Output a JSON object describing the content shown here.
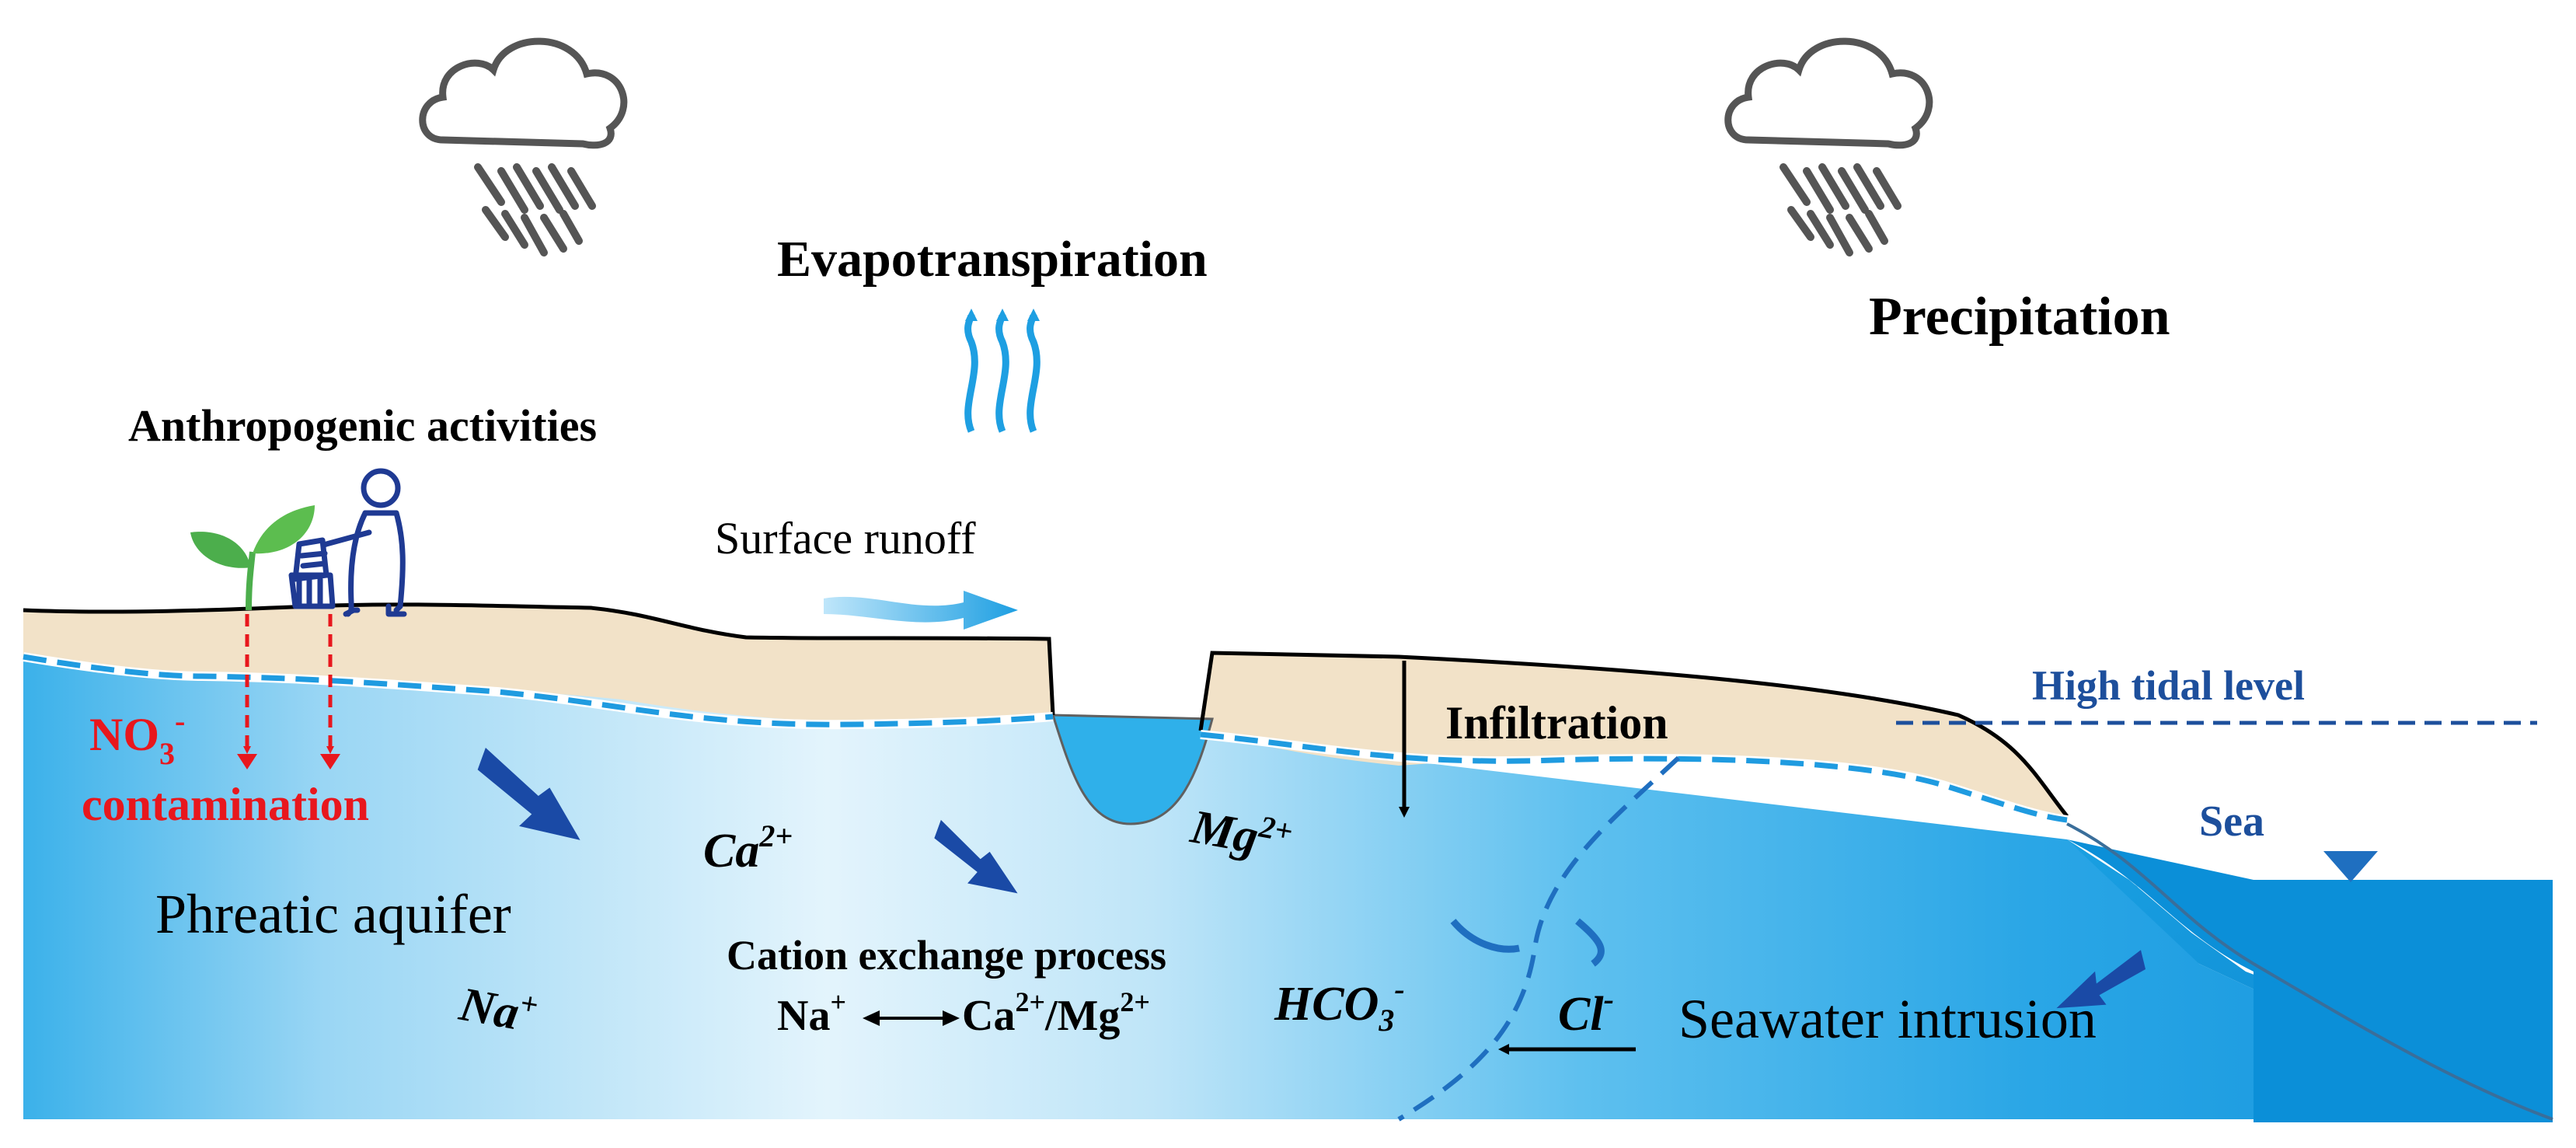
{
  "labels": {
    "evapotranspiration": "Evapotranspiration",
    "precipitation": "Precipitation",
    "anthropogenic": "Anthropogenic activities",
    "surface_runoff": "Surface runoff",
    "infiltration": "Infiltration",
    "high_tidal_level": "High tidal level",
    "sea": "Sea",
    "nitrate_main": "NO",
    "nitrate_sub": "3",
    "nitrate_sup": "-",
    "contamination": "contamination",
    "phreatic_aquifer": "Phreatic aquifer",
    "cation_exchange": "Cation exchange process",
    "seawater_intrusion": "Seawater intrusion"
  },
  "ions": {
    "ca": {
      "base": "Ca",
      "sup": "2+"
    },
    "mg": {
      "base": "Mg",
      "sup": "2+"
    },
    "na": {
      "base": "Na",
      "sup": "+"
    },
    "hco3": {
      "base": "HCO",
      "sub": "3",
      "sup": "-"
    },
    "cl": {
      "base": "Cl",
      "sup": "-"
    }
  },
  "exchange_eq": {
    "left": "Na",
    "left_sup": "+",
    "right1": "Ca",
    "right1_sup": "2+",
    "slash": "/Mg",
    "right2_sup": "2+"
  },
  "colors": {
    "soil": "#f2e2c8",
    "aquifer_light": "#d3ecf9",
    "aquifer_mid": "#7cc8ef",
    "aquifer_dark": "#2aa7e5",
    "sea": "#0b8fd8",
    "water_table": "#1f9be0",
    "contamination": "#e8171d",
    "tidal": "#1d4f9c",
    "arrow_dark": "#1a4aa6",
    "cloud": "#555555",
    "plant": "#4cae4c",
    "person": "#1f3a93"
  },
  "icons": [
    "cloud-rain-icon",
    "plant-icon",
    "farmer-icon"
  ]
}
